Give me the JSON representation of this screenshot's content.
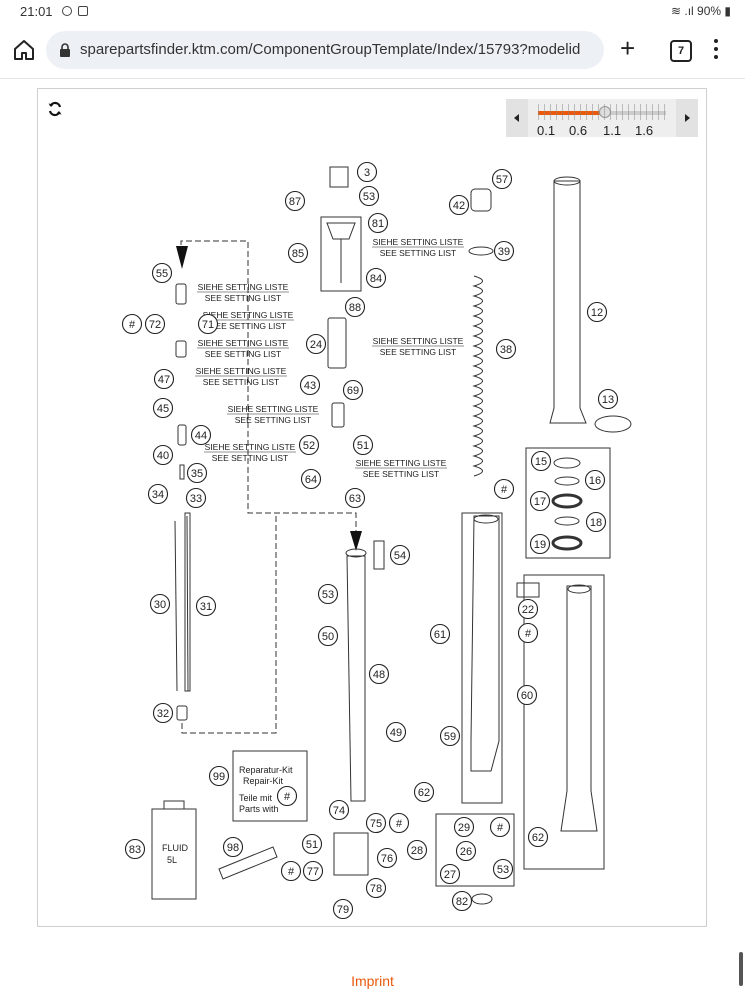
{
  "status": {
    "time": "21:01",
    "battery": "90%"
  },
  "browser": {
    "url": "sparepartsfinder.ktm.com/ComponentGroupTemplate/Index/15793?modelid",
    "tab_count": "7"
  },
  "zoom": {
    "value_fraction": 0.52,
    "labels": [
      "0.1",
      "0.6",
      "1.1",
      "1.6"
    ],
    "accent_color": "#e8590c"
  },
  "diagram": {
    "notes": {
      "siehe": "SIEHE SETTING LISTE",
      "see": "SEE SETTING LIST"
    },
    "repair_kit": {
      "line1": "Reparatur-Kit",
      "line2": "Repair-Kit",
      "line3": "Teile mit",
      "line4": "Parts with"
    },
    "fluid": {
      "line1": "FLUID",
      "line2": "5L"
    },
    "callouts": [
      "3",
      "87",
      "53",
      "81",
      "85",
      "84",
      "57",
      "42",
      "39",
      "12",
      "55",
      "88",
      "38",
      "72",
      "71",
      "24",
      "47",
      "43",
      "69",
      "45",
      "44",
      "13",
      "40",
      "52",
      "51",
      "35",
      "64",
      "34",
      "33",
      "63",
      "15",
      "16",
      "17",
      "18",
      "19",
      "54",
      "30",
      "31",
      "53",
      "22",
      "50",
      "61",
      "48",
      "60",
      "32",
      "49",
      "59",
      "62",
      "99",
      "74",
      "75",
      "83",
      "98",
      "51",
      "76",
      "29",
      "26",
      "28",
      "27",
      "53",
      "62",
      "77",
      "78",
      "82",
      "79"
    ],
    "hash": "#"
  },
  "footer": {
    "imprint": "Imprint"
  }
}
